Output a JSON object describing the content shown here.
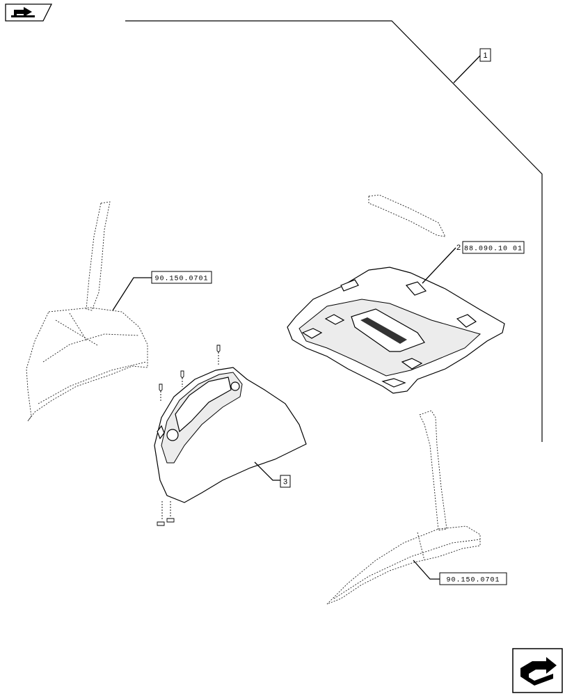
{
  "callouts": {
    "item_1": "1",
    "item_2": "2",
    "item_3": "3",
    "ref_upper_left": "90.150.0701",
    "ref_roof": "88.090.10 01",
    "ref_lower_right": "90.150.0701"
  },
  "icons": {
    "top_left": "book-arrow-icon",
    "bottom_right": "next-page-arrow-icon"
  }
}
